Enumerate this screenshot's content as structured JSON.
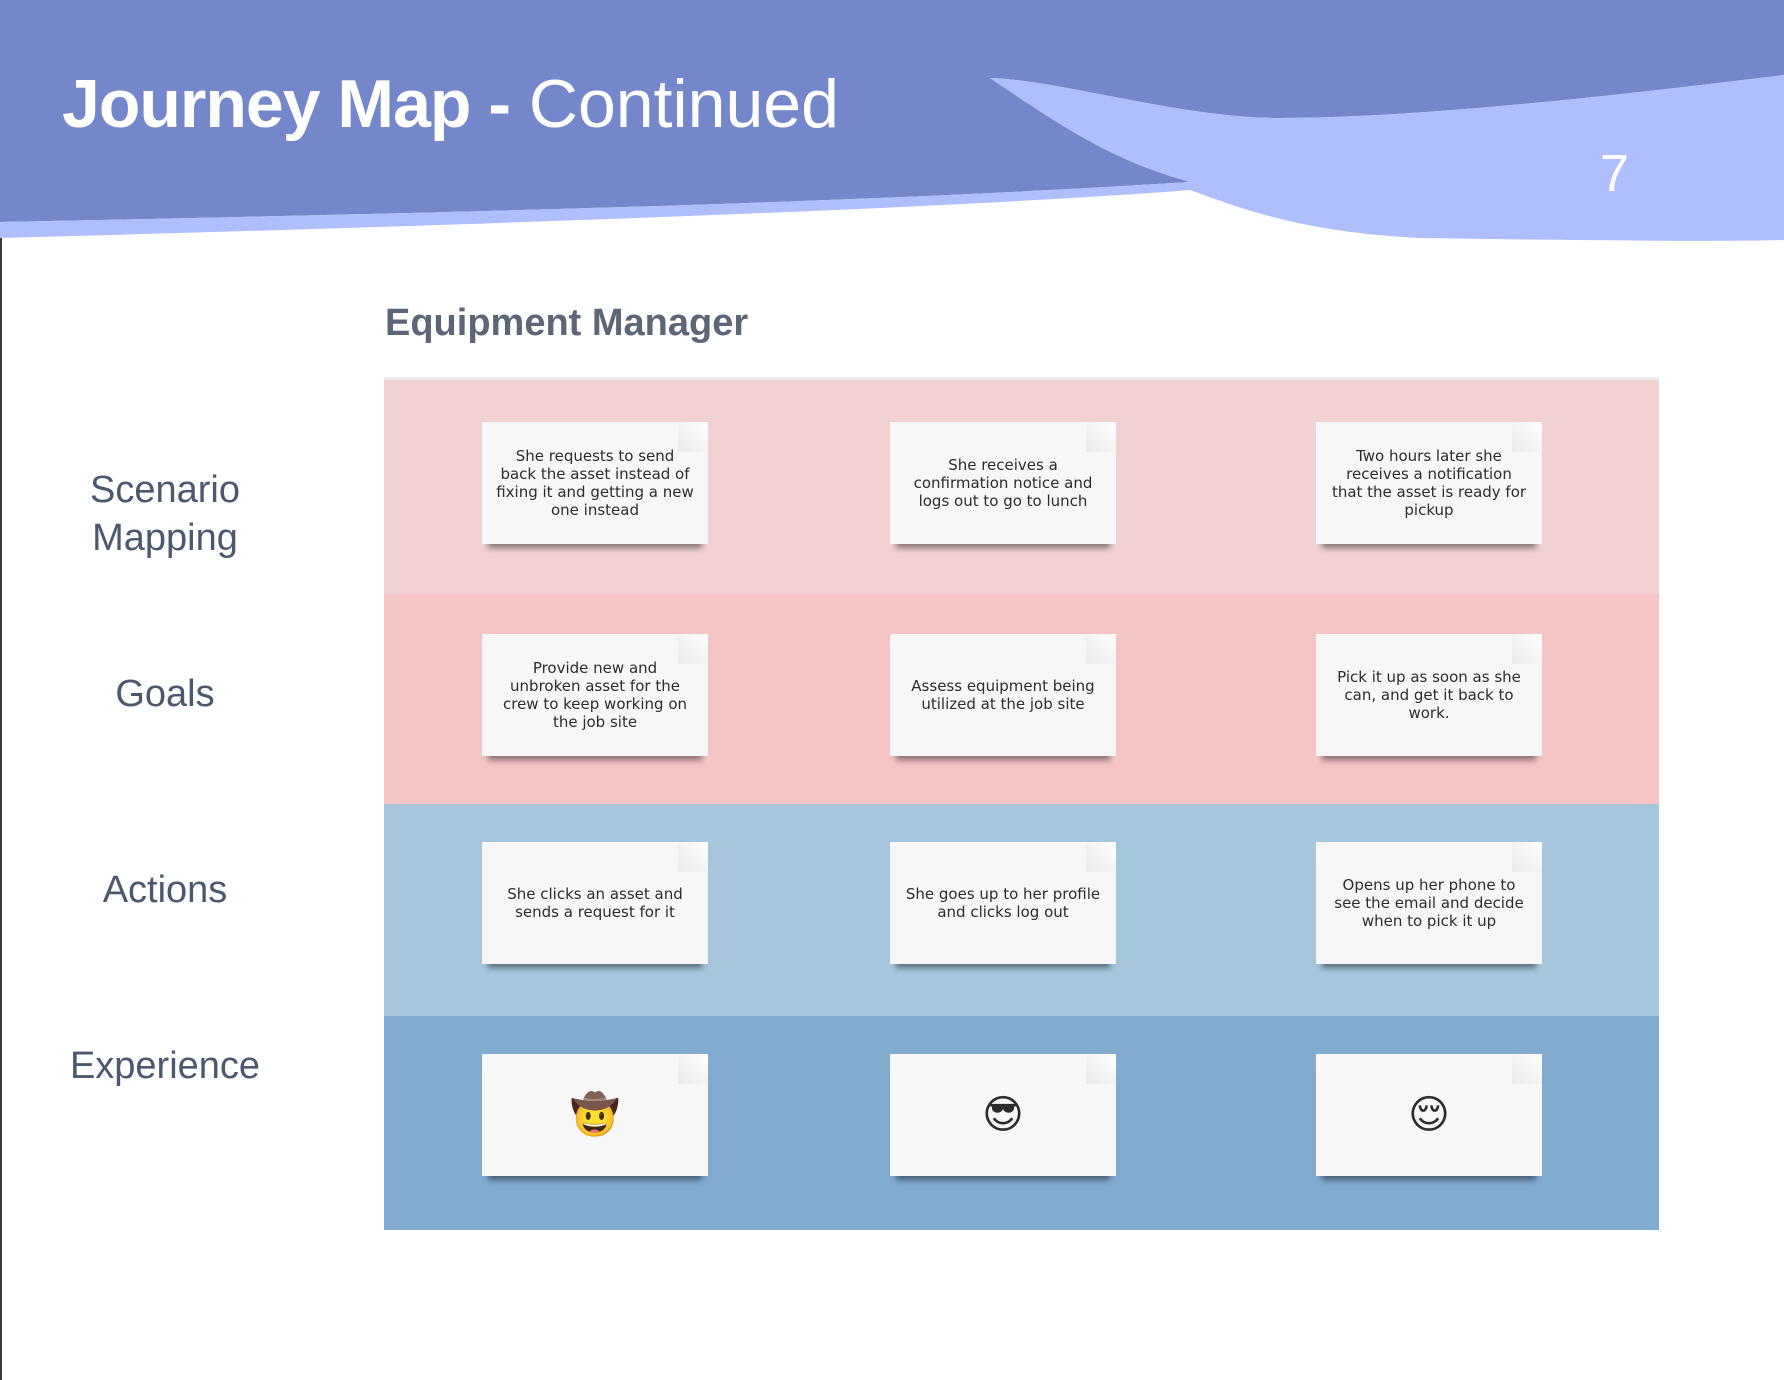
{
  "slide": {
    "title_bold": "Journey Map -",
    "title_light": "Continued",
    "page_number": "7",
    "subtitle": "Equipment Manager"
  },
  "colors": {
    "header_dark": "#7587cb",
    "header_light": "#afbffd",
    "scenario_lane": "#f2d1d2",
    "goals_lane": "#f5c5c6",
    "actions_lane": "#a6c6de",
    "experience_lane": "#82abd0",
    "label_text": "#4b586d"
  },
  "rows": [
    {
      "label": "Scenario\nMapping",
      "cards": [
        "She requests to send back the asset instead of fixing it and getting a new one instead",
        "She receives a confirmation notice and logs out to go to lunch",
        "Two hours later she receives a notification that the asset is ready for pickup"
      ]
    },
    {
      "label": "Goals",
      "cards": [
        "Provide new and unbroken asset for the crew to keep working on the job site",
        "Assess equipment being utilized at the job site",
        "Pick it up as soon as she can, and get it back to work."
      ]
    },
    {
      "label": "Actions",
      "cards": [
        "She clicks an asset and sends a request for it",
        "She goes up to her profile and clicks log out",
        "Opens up her phone to see the email and decide when to pick it up"
      ]
    },
    {
      "label": "Experience",
      "cards": [
        "🤠",
        "😎",
        "😌"
      ]
    }
  ]
}
